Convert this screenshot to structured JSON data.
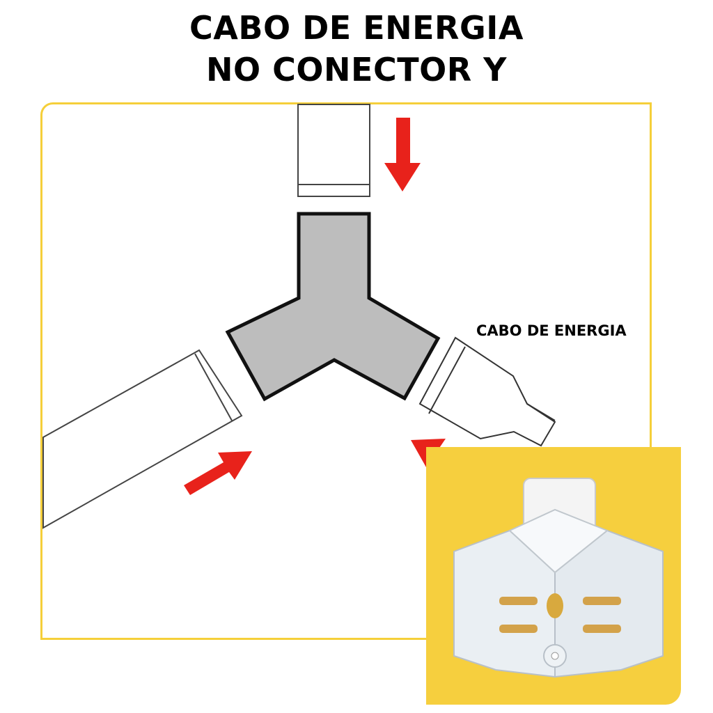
{
  "title": {
    "line1": "CABO DE ENERGIA",
    "line2": "NO CONECTOR Y"
  },
  "labels": {
    "power_cable": "CABO DE ENERGIA"
  },
  "colors": {
    "frame": "#f5cf3a",
    "arrow": "#e8221b",
    "connector_fill": "#bdbdbd",
    "panel": "#f6cf3e"
  },
  "icons": [
    "arrow-down-icon",
    "arrow-right-up-icon",
    "arrow-left-up-icon"
  ]
}
